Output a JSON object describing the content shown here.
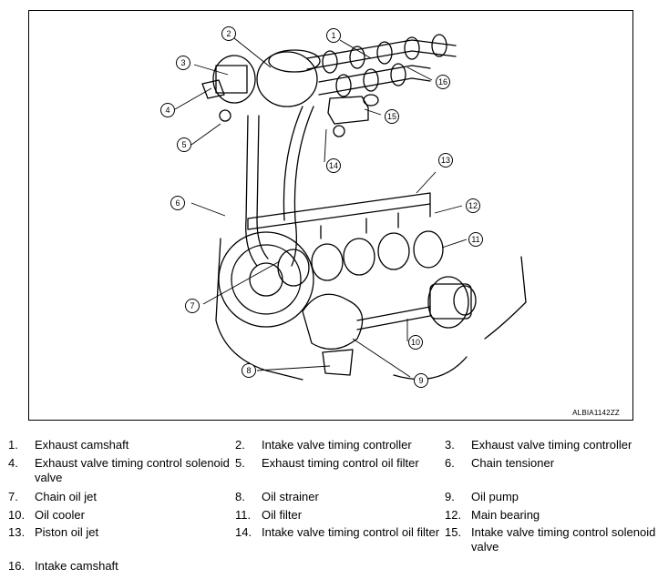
{
  "figure": {
    "code": "ALBIA1142ZZ",
    "callouts": [
      "1",
      "2",
      "3",
      "4",
      "5",
      "6",
      "7",
      "8",
      "9",
      "10",
      "11",
      "12",
      "13",
      "14",
      "15",
      "16"
    ]
  },
  "legend": [
    {
      "num": "1.",
      "text": "Exhaust camshaft"
    },
    {
      "num": "2.",
      "text": "Intake valve timing controller"
    },
    {
      "num": "3.",
      "text": "Exhaust valve timing controller"
    },
    {
      "num": "4.",
      "text": "Exhaust valve timing control solenoid valve"
    },
    {
      "num": "5.",
      "text": "Exhaust timing control oil filter"
    },
    {
      "num": "6.",
      "text": "Chain tensioner"
    },
    {
      "num": "7.",
      "text": "Chain oil jet"
    },
    {
      "num": "8.",
      "text": "Oil strainer"
    },
    {
      "num": "9.",
      "text": "Oil pump"
    },
    {
      "num": "10.",
      "text": "Oil cooler"
    },
    {
      "num": "11.",
      "text": "Oil filter"
    },
    {
      "num": "12.",
      "text": "Main bearing"
    },
    {
      "num": "13.",
      "text": "Piston oil jet"
    },
    {
      "num": "14.",
      "text": "Intake valve timing control oil filter"
    },
    {
      "num": "15.",
      "text": "Intake valve timing control solenoid valve"
    },
    {
      "num": "16.",
      "text": "Intake camshaft"
    }
  ]
}
